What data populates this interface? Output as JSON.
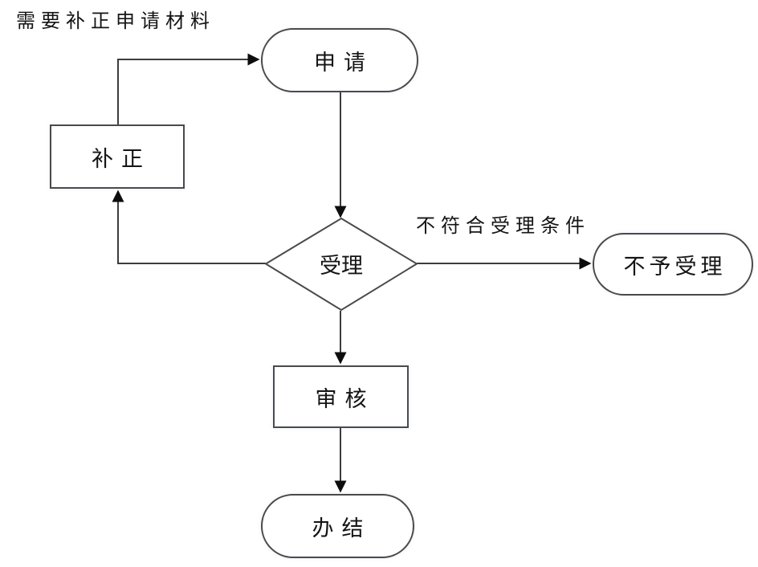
{
  "diagram": {
    "background": "#ffffff",
    "colors": {
      "line": "#3d3d3d",
      "border": "#4a4a4a",
      "text": "#141414",
      "arrowhead": "#0d0d0d"
    },
    "nodes": {
      "apply": {
        "label": "申请",
        "shape": "stadium"
      },
      "supplement": {
        "label": "补正",
        "shape": "rect"
      },
      "accept": {
        "label": "受理",
        "shape": "diamond"
      },
      "reject": {
        "label": "不予受理",
        "shape": "stadium"
      },
      "review": {
        "label": "审核",
        "shape": "rect"
      },
      "complete": {
        "label": "办结",
        "shape": "stadium"
      }
    },
    "edge_labels": {
      "need_supplement": "需要补正申请材料",
      "not_meet_conditions": "不符合受理条件"
    }
  }
}
